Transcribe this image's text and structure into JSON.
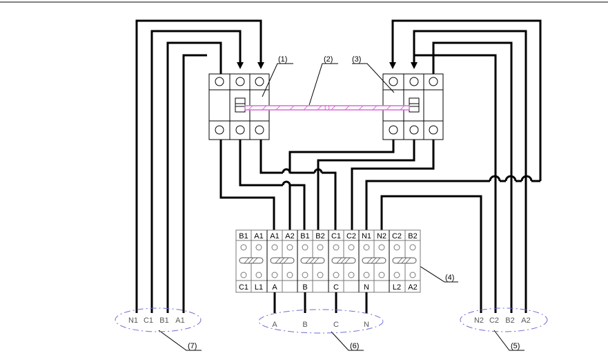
{
  "callouts": {
    "c1": "(1)",
    "c2": "(2)",
    "c3": "(3)",
    "c4": "(4)",
    "c5": "(5)",
    "c6": "(6)",
    "c7": "(7)"
  },
  "terminal_block": {
    "top_labels": [
      "B1",
      "A1",
      "A1",
      "A2",
      "B1",
      "B2",
      "C1",
      "C2",
      "N1",
      "N2",
      "C2",
      "B2"
    ],
    "bottom_labels": [
      "C1",
      "L1",
      "A",
      "",
      "B",
      "",
      "C",
      "",
      "N",
      "",
      "L2",
      "A2"
    ]
  },
  "group_7_labels": [
    "N1",
    "C1",
    "B1",
    "A1"
  ],
  "group_6_labels": [
    "A",
    "B",
    "C",
    "N"
  ],
  "group_5_labels": [
    "N2",
    "C2",
    "B2",
    "A2"
  ],
  "colors": {
    "wire": "#000000",
    "interlock_bar": "#d86bd8",
    "group_outline": "#6b6bd6"
  }
}
